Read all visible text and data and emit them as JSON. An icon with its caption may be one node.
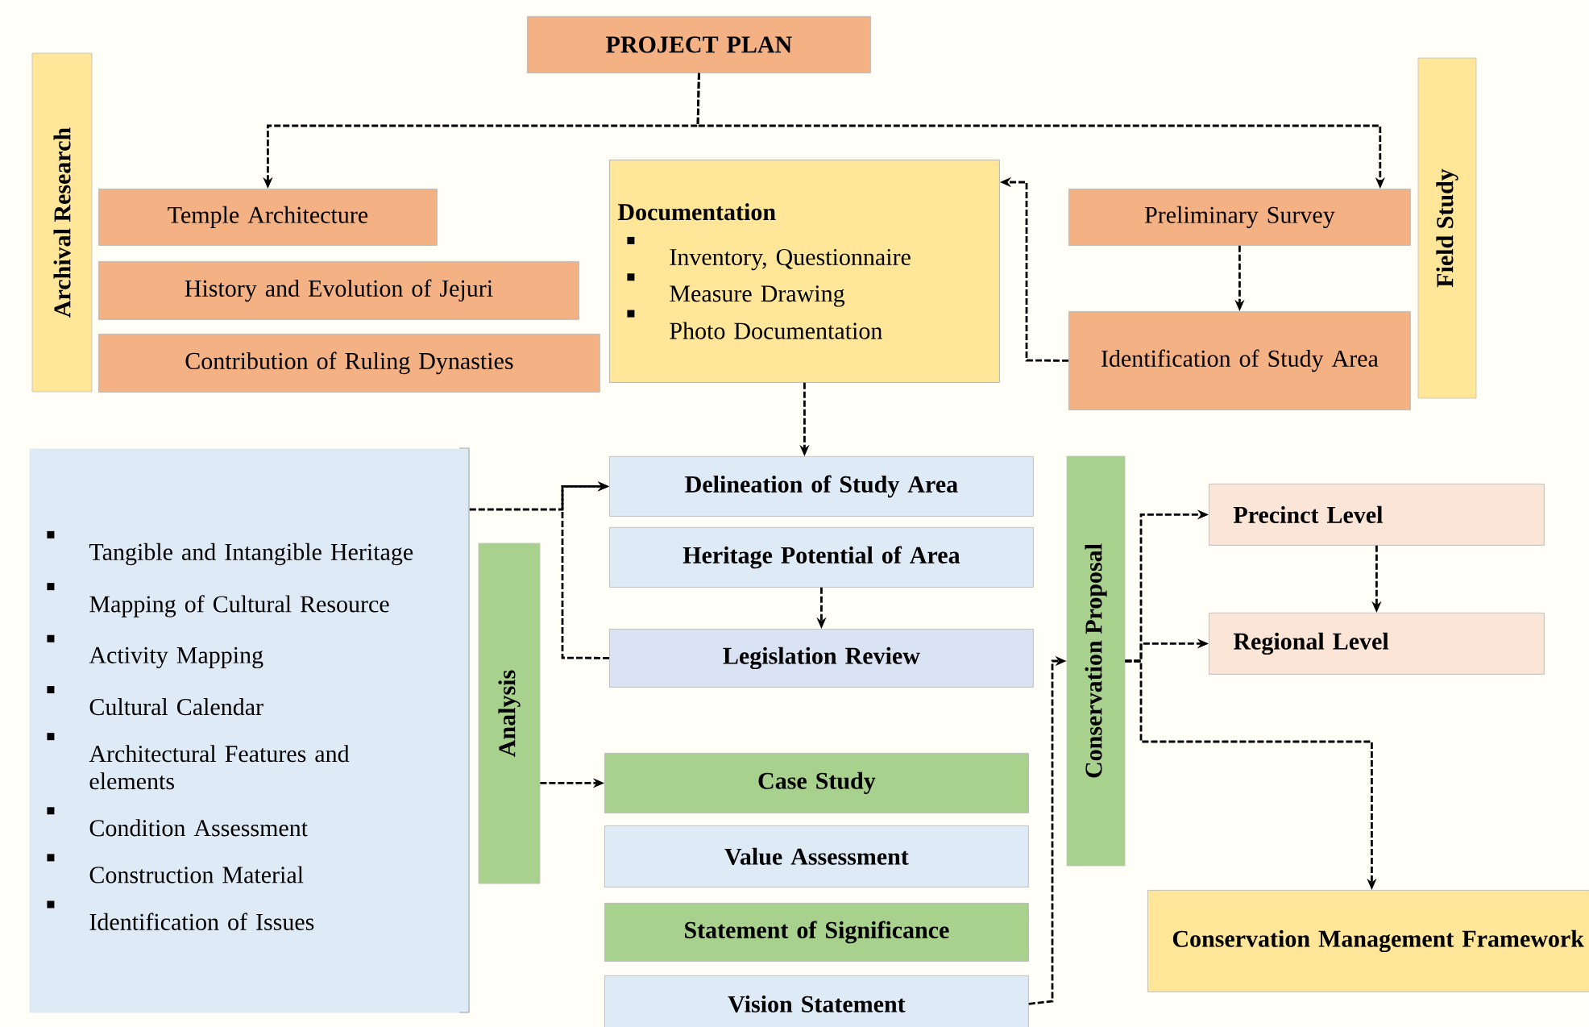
{
  "diagram": {
    "nodes": [
      {
        "text": [
          "PROJECT PLAN"
        ]
      },
      {
        "text": [
          "Archival Research"
        ]
      },
      {
        "text": [
          "Temple Architecture"
        ]
      },
      {
        "text": [
          "History and Evolution of Jejuri"
        ]
      },
      {
        "text": [
          "Contribution of Ruling Dynasties"
        ]
      },
      {
        "text": [
          "Documentation",
          "Inventory, Questionnaire",
          "Measure Drawing",
          "Photo Documentation"
        ]
      },
      {
        "text": [
          "Field Study"
        ]
      },
      {
        "text": [
          "Preliminary Survey"
        ]
      },
      {
        "text": [
          "Identification of Study Area"
        ]
      },
      {
        "text": [
          "Tangible and Intangible Heritage",
          "Mapping of Cultural Resource",
          "Activity Mapping",
          "Cultural Calendar",
          "Architectural Features and elements",
          "Condition Assessment",
          "Construction Material",
          "Identification of Issues"
        ]
      },
      {
        "text": [
          "Analysis"
        ]
      },
      {
        "text": [
          "Delineation of Study Area"
        ]
      },
      {
        "text": [
          "Heritage Potential of Area"
        ]
      },
      {
        "text": [
          "Legislation Review"
        ]
      },
      {
        "text": [
          "Case Study"
        ]
      },
      {
        "text": [
          "Value Assessment"
        ]
      },
      {
        "text": [
          "Statement of Significance"
        ]
      },
      {
        "text": [
          "Vision Statement"
        ]
      },
      {
        "text": [
          "Conservation Proposal"
        ]
      },
      {
        "text": [
          "Precinct Level"
        ]
      },
      {
        "text": [
          "Regional Level"
        ]
      },
      {
        "text": [
          "Conservation Management Framework"
        ]
      }
    ],
    "edges": [
      {
        "from": 0,
        "to": 2,
        "arrow": "to"
      },
      {
        "from": 0,
        "to": 7,
        "arrow": "to"
      },
      {
        "from": 7,
        "to": 8,
        "arrow": "to"
      },
      {
        "from": 8,
        "to": 5,
        "arrow": "to"
      },
      {
        "from": 5,
        "to": 11,
        "arrow": "to"
      },
      {
        "from": 9,
        "to": 11,
        "arrow": "to"
      },
      {
        "from": 13,
        "to": 11,
        "arrow": "to"
      },
      {
        "from": 12,
        "to": 13,
        "arrow": "to"
      },
      {
        "from": 10,
        "to": 14,
        "arrow": "to"
      },
      {
        "from": 17,
        "to": 18,
        "arrow": "to"
      },
      {
        "from": 18,
        "to": 19,
        "arrow": "to"
      },
      {
        "from": 18,
        "to": 20,
        "arrow": "to"
      },
      {
        "from": 18,
        "to": 21,
        "arrow": "to"
      },
      {
        "from": 19,
        "to": 20,
        "arrow": "to"
      }
    ]
  }
}
